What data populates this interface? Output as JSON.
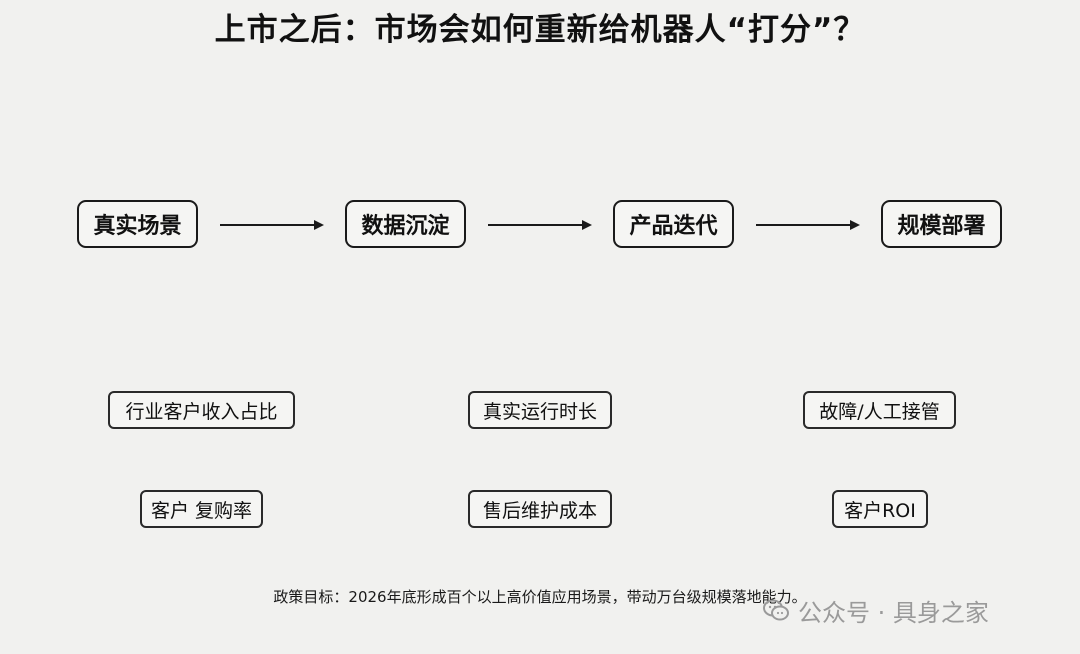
{
  "title": "上市之后：市场会如何重新给机器人“打分”？",
  "stages": [
    "真实场景",
    "数据沉淀",
    "产品迭代",
    "规模部署"
  ],
  "metrics": {
    "left": [
      "行业客户收入占比",
      "客户 复购率"
    ],
    "middle": [
      "真实运行时长",
      "售后维护成本"
    ],
    "right": [
      "故障/人工接管",
      "客户ROI"
    ]
  },
  "policy": "政策目标：2026年底形成百个以上高价值应用场景，带动万台级规模落地能力。",
  "watermark": {
    "logo_icon": "wechat-icon",
    "text": "公众号 · 具身之家"
  }
}
